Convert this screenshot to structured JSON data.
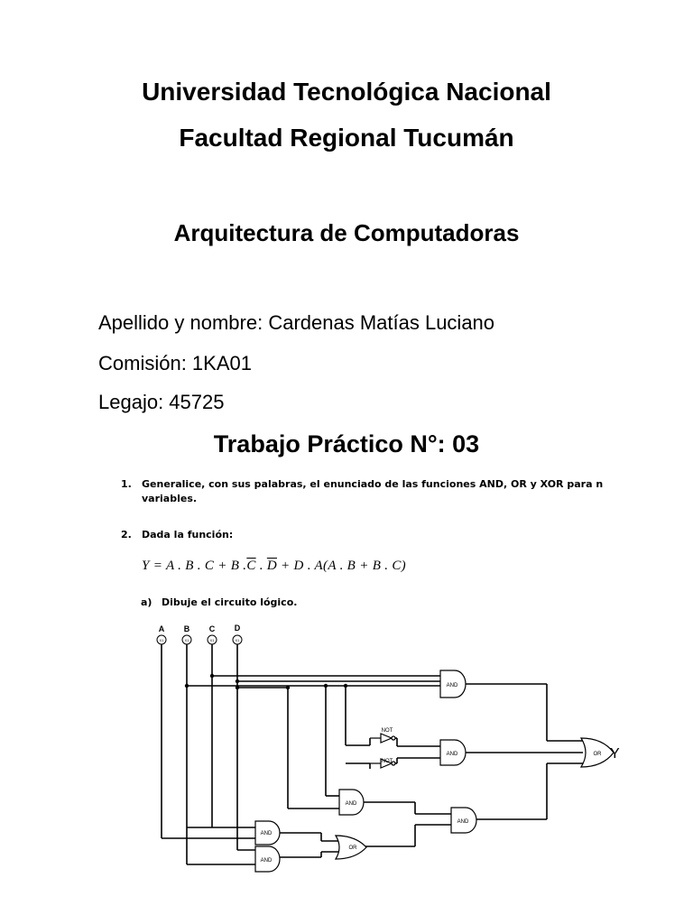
{
  "header": {
    "university": "Universidad Tecnológica Nacional",
    "faculty": "Facultad Regional Tucumán",
    "subject": "Arquitectura de Computadoras"
  },
  "student": {
    "name_line": "Apellido y nombre: Cardenas Matías Luciano",
    "commission_line": "Comisión: 1KA01",
    "legajo_line": "Legajo: 45725"
  },
  "assignment_title": "Trabajo Práctico N°: 03",
  "questions": [
    {
      "number": "1.",
      "text_line1": "Generalice, con sus palabras, el enunciado de las funciones AND, OR y XOR para n",
      "text_line2": "variables."
    },
    {
      "number": "2.",
      "text": "Dada la función:"
    }
  ],
  "equation": {
    "lhs": "Y",
    "t1": "A . B . C",
    "t2a": "B .",
    "t2b": "C",
    "t2c": ".",
    "t2d": "D",
    "t3": "D . A",
    "t3inner": "A . B",
    "t3inner2": "B . C"
  },
  "subquestion": {
    "label": "a)",
    "text": "Dibuje el circuito lógico."
  },
  "circuit": {
    "inputs": [
      "A",
      "B",
      "C",
      "D"
    ],
    "input_box_label": "X1",
    "gate_and": "AND",
    "gate_or": "OR",
    "gate_not": "NOT",
    "output_label": "Y"
  }
}
